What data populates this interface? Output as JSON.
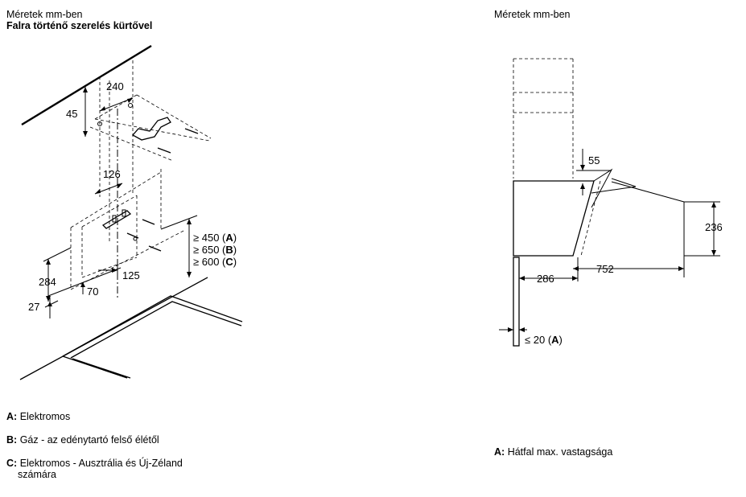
{
  "left": {
    "heading": "Méretek mm-ben",
    "subheading": "Falra történő szerelés kürtővel",
    "dims": {
      "d240": "240",
      "d45": "45",
      "d126": "126",
      "d284": "284",
      "d70": "70",
      "d27": "27",
      "d125": "125",
      "c450_pre": "≥ 450 (",
      "c450_key": "A",
      "c650_pre": "≥ 650 (",
      "c650_key": "B",
      "c600_pre": "≥ 600 (",
      "c600_key": "C",
      "close": ")"
    },
    "legend": [
      {
        "key": "A:",
        "text": "Elektromos"
      },
      {
        "key": "B:",
        "text": "Gáz - az edénytartó felső élétől"
      },
      {
        "key": "C:",
        "text": "Elektromos - Ausztrália és Új-Zéland",
        "text2": "számára"
      }
    ]
  },
  "right": {
    "heading": "Méretek mm-ben",
    "dims": {
      "d55": "55",
      "d236": "236",
      "d752": "752",
      "d286": "286",
      "d20_pre": "≤ 20 (",
      "d20_key": "A",
      "close": ")"
    },
    "legend": [
      {
        "key": "A:",
        "text": "Hátfal max. vastagsága"
      }
    ]
  }
}
